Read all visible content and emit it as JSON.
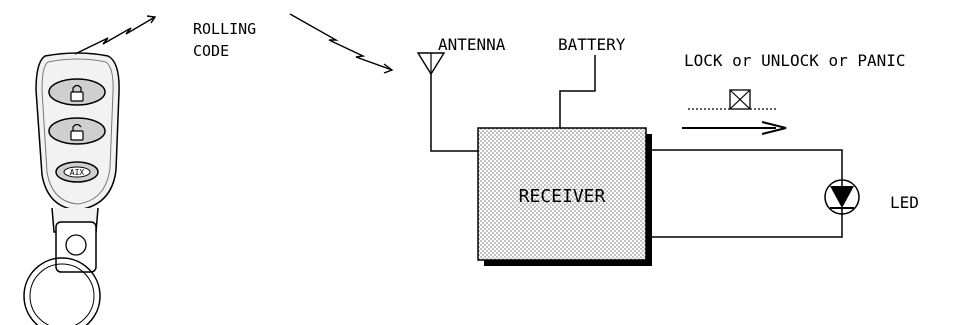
{
  "labels": {
    "rolling_code_line1": "ROLLING",
    "rolling_code_line2": "CODE",
    "antenna": "ANTENNA",
    "battery": "BATTERY",
    "signal": "LOCK or UNLOCK or PANIC",
    "receiver": "RECEIVER",
    "led": "LED"
  },
  "key_fob": {
    "buttons": [
      "lock-icon",
      "unlock-icon",
      "panic-button"
    ],
    "panic_label": "AIX"
  },
  "colors": {
    "ink": "#000000",
    "fob_body": "#f2f2f2",
    "fob_button": "#cfcfcf",
    "receiver_fill": "#ffffff",
    "receiver_dots": "#7a7a7a",
    "shadow": "#000000"
  }
}
